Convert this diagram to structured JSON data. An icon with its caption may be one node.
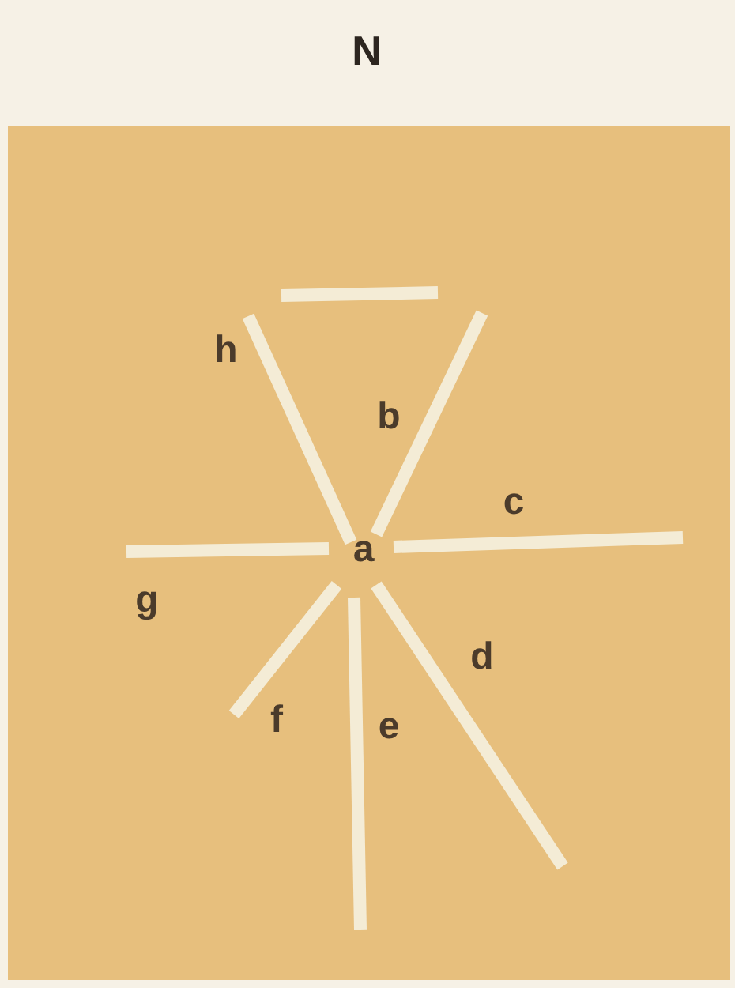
{
  "diagram": {
    "nodes": [
      {
        "text": [],
        "shape": "bar"
      },
      {
        "text": [
          "h"
        ]
      },
      {
        "text": [
          "b"
        ]
      },
      {
        "text": [
          "c"
        ]
      },
      {
        "text": [
          "a"
        ]
      },
      {
        "text": [
          "g"
        ]
      },
      {
        "text": [
          "d"
        ]
      },
      {
        "text": [
          "f"
        ]
      },
      {
        "text": [
          "e"
        ]
      }
    ],
    "labels": [
      "N"
    ]
  }
}
